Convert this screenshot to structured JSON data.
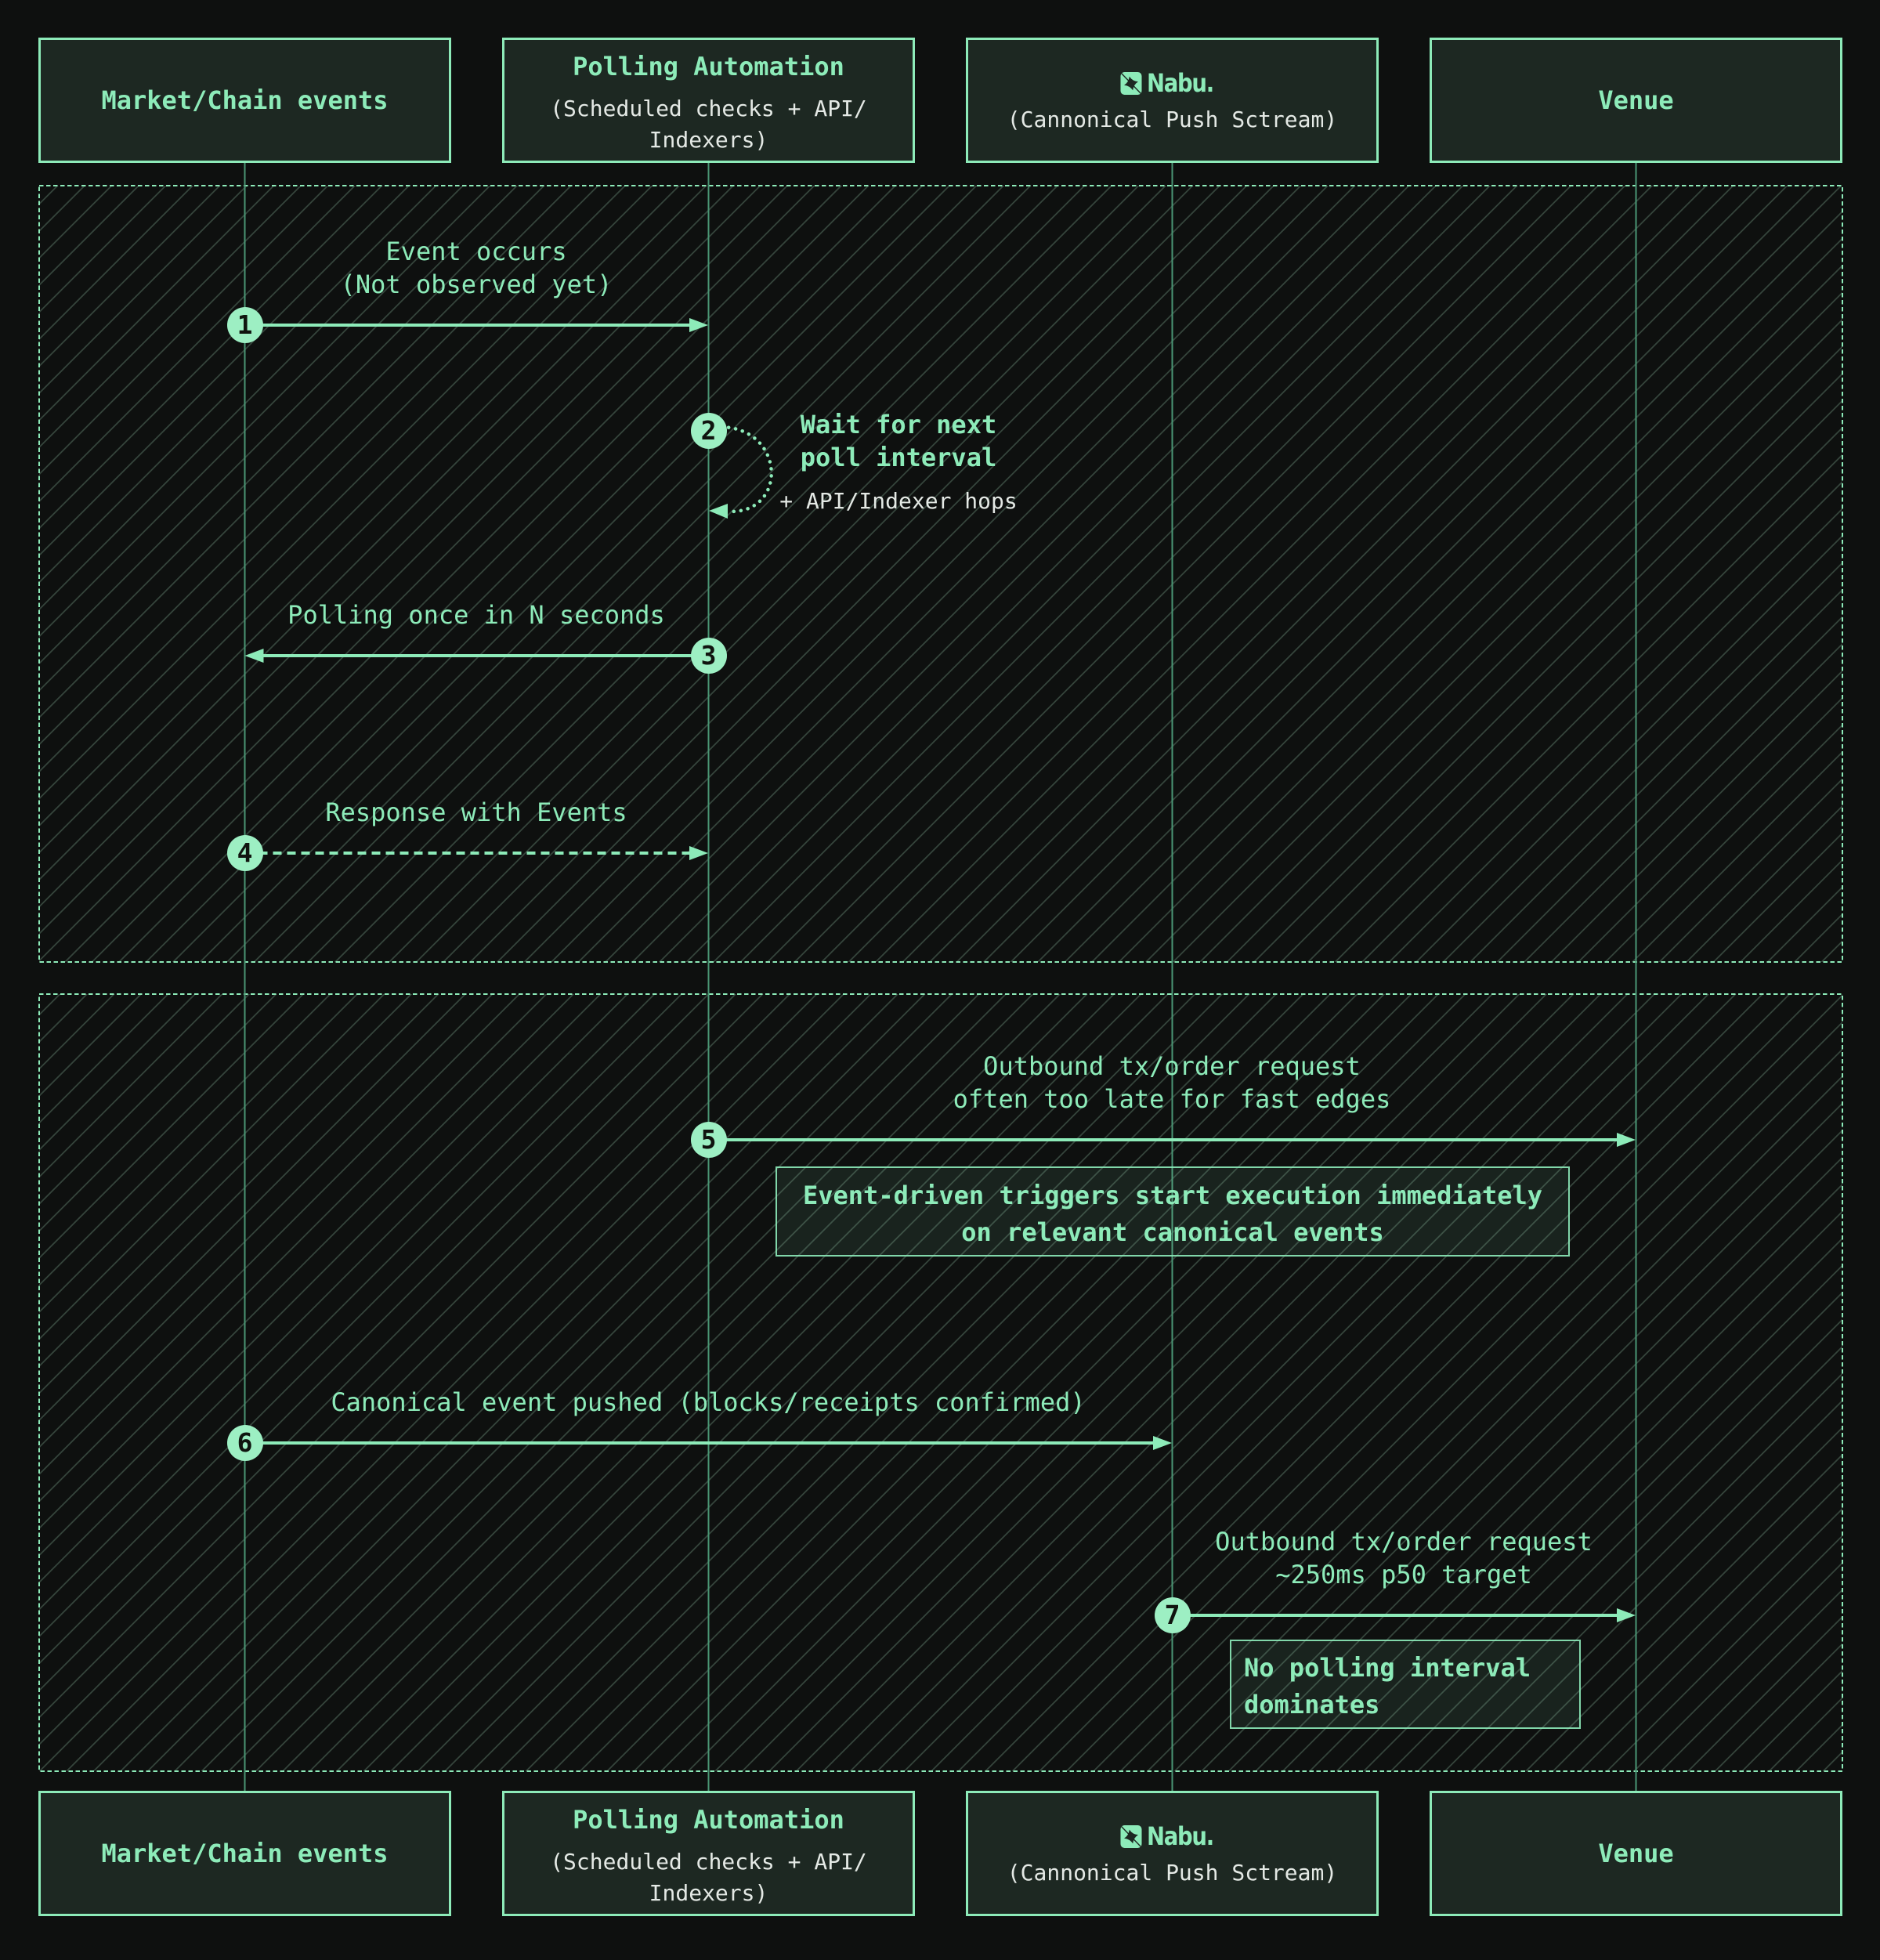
{
  "colors": {
    "background": "#0e100f",
    "accent": "#8debb9",
    "box_fill": "#1d2822",
    "text_light": "#e4e9e5",
    "lifeline": "#4a9674",
    "hatch_line": "#35443b"
  },
  "participants": [
    {
      "title": "Market/Chain events",
      "subtitle_lines": []
    },
    {
      "title": "Polling Automation",
      "subtitle_lines": [
        "(Scheduled checks + API/",
        "Indexers)"
      ]
    },
    {
      "brand": "Nabu.",
      "subtitle_lines": [
        "(Cannonical Push Sctream)"
      ]
    },
    {
      "title": "Venue",
      "subtitle_lines": []
    }
  ],
  "messages": [
    {
      "number": "1",
      "lines": [
        "Event occurs",
        "(Not observed yet)"
      ]
    },
    {
      "number": "2",
      "lines": [
        "Wait for next",
        "poll interval"
      ],
      "sub": "+ API/Indexer hops"
    },
    {
      "number": "3",
      "lines": [
        "Polling once in N seconds"
      ]
    },
    {
      "number": "4",
      "lines": [
        "Response with Events"
      ]
    },
    {
      "number": "5",
      "lines": [
        "Outbound tx/order request",
        "often too late for fast edges"
      ]
    },
    {
      "number": "6",
      "lines": [
        "Canonical event pushed (blocks/receipts confirmed)"
      ]
    },
    {
      "number": "7",
      "lines": [
        "Outbound tx/order request",
        "~250ms p50 target"
      ]
    }
  ],
  "notes": [
    {
      "lines": [
        "Event-driven triggers start execution immediately",
        "on relevant canonical events"
      ]
    },
    {
      "lines": [
        "No polling interval",
        "dominates"
      ]
    }
  ]
}
